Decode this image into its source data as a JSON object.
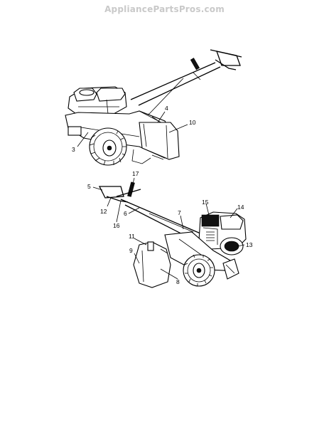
{
  "watermark": "AppliancePartsPros.com",
  "diagram_top": {
    "labels": [
      "3",
      "4",
      "10"
    ]
  },
  "diagram_bottom": {
    "labels": [
      "17",
      "5",
      "12",
      "16",
      "6",
      "7",
      "15",
      "14",
      "13",
      "11",
      "9",
      "8"
    ]
  }
}
